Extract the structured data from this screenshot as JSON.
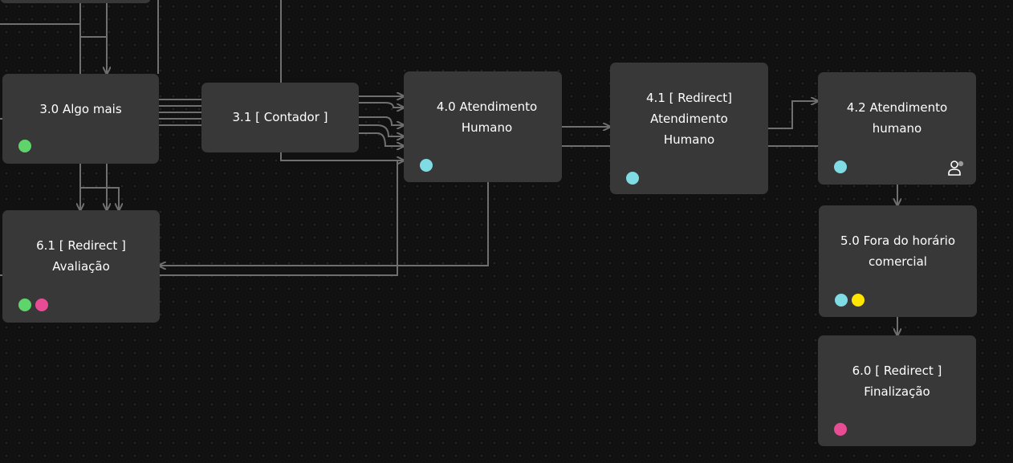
{
  "colors": {
    "background": "#111111",
    "node": "#383838",
    "edge": "#6f6f6f",
    "text": "#ffffff",
    "tag_green": "#5ed46b",
    "tag_cyan": "#7fdbe4",
    "tag_pink": "#e74c94",
    "tag_yellow": "#ffe500"
  },
  "nodes": {
    "n30": {
      "title": "3.0 Algo mais",
      "tags": [
        "tag_green"
      ]
    },
    "n31": {
      "title": "3.1 [ Contador ]",
      "tags": []
    },
    "n40": {
      "title": "4.0 Atendimento Humano",
      "tags": [
        "tag_cyan"
      ]
    },
    "n41": {
      "title": "4.1 [ Redirect] Atendimento Humano",
      "tags": [
        "tag_cyan"
      ]
    },
    "n42": {
      "title": "4.2 Atendimento humano",
      "tags": [
        "tag_cyan"
      ],
      "icon": "user-settings-icon"
    },
    "n61": {
      "title": "6.1 [ Redirect ] Avaliação",
      "tags": [
        "tag_green",
        "tag_pink"
      ]
    },
    "n50": {
      "title": "5.0 Fora do horário comercial",
      "tags": [
        "tag_cyan",
        "tag_yellow"
      ]
    },
    "n60": {
      "title": "6.0 [ Redirect ] Finalização",
      "tags": [
        "tag_pink"
      ]
    }
  }
}
